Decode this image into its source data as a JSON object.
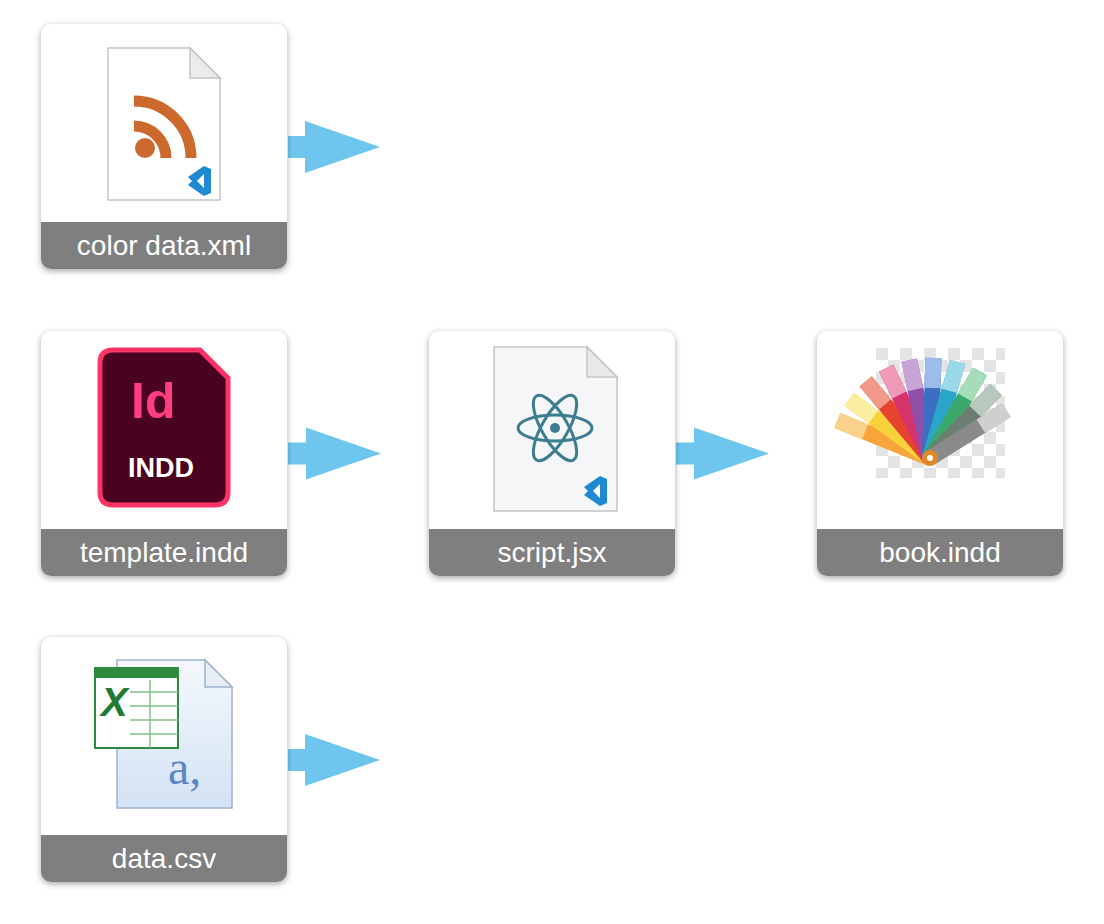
{
  "diagram": {
    "nodes": [
      {
        "text": [
          "color data.xml"
        ]
      },
      {
        "text": [
          "template.indd"
        ]
      },
      {
        "text": [
          "script.jsx"
        ]
      },
      {
        "text": [
          "book.indd"
        ]
      },
      {
        "text": [
          "data.csv"
        ]
      }
    ],
    "edges": [
      {
        "from": 1,
        "to": 2,
        "arrow": "to"
      },
      {
        "from": 2,
        "to": 3,
        "arrow": "to"
      }
    ],
    "labels": [
      "Id",
      "INDD",
      "X",
      "a,"
    ]
  }
}
